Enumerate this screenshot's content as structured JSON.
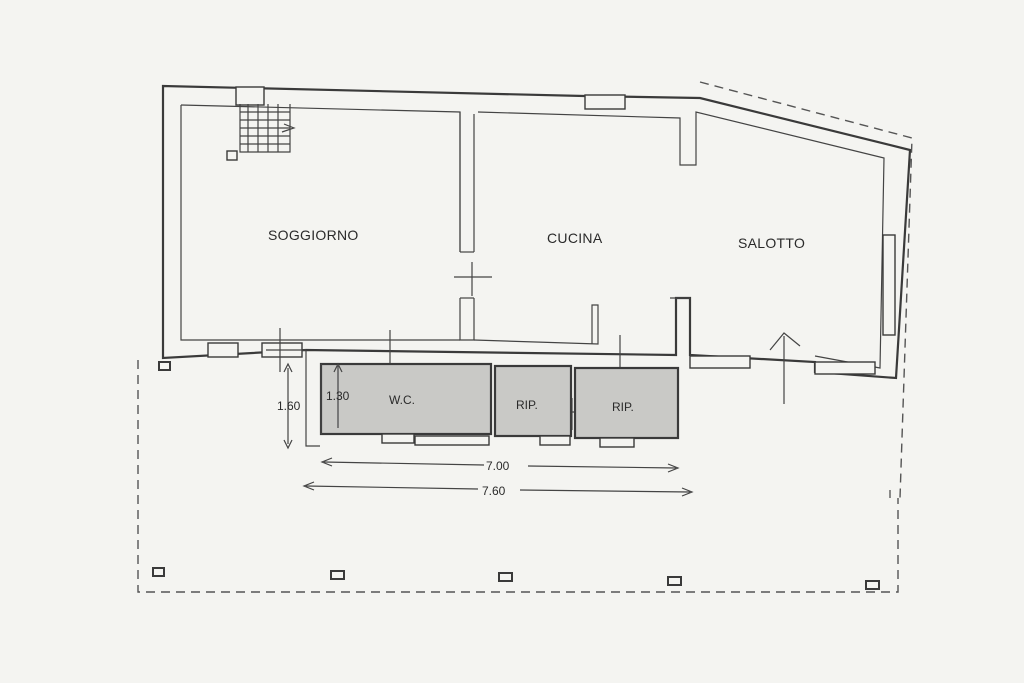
{
  "rooms": {
    "soggiorno": "SOGGIORNO",
    "cucina": "CUCINA",
    "salotto": "SALOTTO",
    "wc": "W.C.",
    "rip1": "RIP.",
    "rip2": "RIP."
  },
  "dimensions": {
    "height_outer": "1.60",
    "height_inner": "1.30",
    "width_inner": "7.00",
    "width_outer": "7.60"
  },
  "icons": {
    "entrance": "entrance-arrow-icon",
    "stairs": "staircase-icon"
  }
}
